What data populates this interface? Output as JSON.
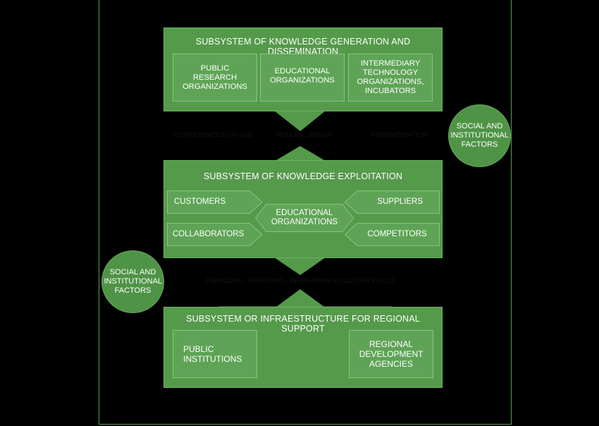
{
  "subsystems": {
    "generation": {
      "title": "SUBSYSTEM OF KNOWLEDGE GENERATION AND DISSEMINATION",
      "boxes": [
        "PUBLIC RESEARCH ORGANIZATIONS",
        "EDUCATIONAL ORGANIZATIONS",
        "INTERMEDIARY TECHNOLOGY ORGANIZATIONS, INCUBATORS"
      ]
    },
    "exploitation": {
      "title": "SUBSYSTEM OF KNOWLEDGE EXPLOITATION",
      "left": [
        "CUSTOMERS",
        "COLLABORATORS"
      ],
      "center": "EDUCATIONAL ORGANIZATIONS",
      "right": [
        "SUPPLIERS",
        "COMPETITORS"
      ]
    },
    "support": {
      "title": "SUBSYSTEM OR INFRAESTRUCTURE FOR REGIONAL SUPPORT",
      "boxes": [
        "PUBLIC INSTITUTIONS",
        "REGIONAL DEVELOPMENT AGENCIES"
      ]
    }
  },
  "flows": {
    "top": [
      "COMPETENCES ON R&D",
      "SKILLED LABOUR",
      "INTERMEDIATION"
    ],
    "bottom": "FINANCING - GRANTING - INNOVATION & CLUSTER POLICY"
  },
  "factors": {
    "right": "SOCIAL AND INSTITUTIONAL FACTORS",
    "left": "SOCIAL AND INSTITUTIONAL FACTORS"
  },
  "colors": {
    "panel": "#559a4b",
    "box": "#5fa456",
    "circle": "#4f9446",
    "background": "#000000"
  }
}
